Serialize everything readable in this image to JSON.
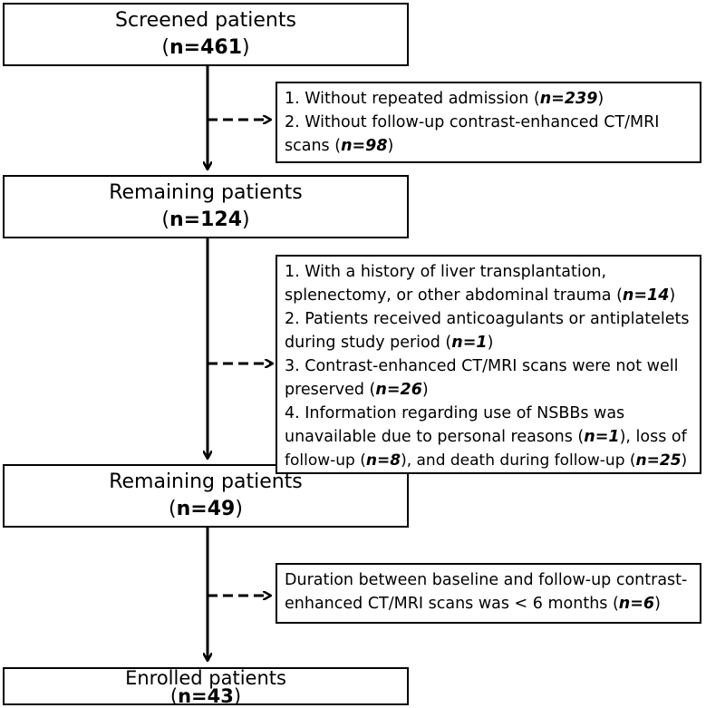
{
  "boxes": [
    {
      "title": "Screened patients",
      "count_prefix": "(",
      "count": "n=461",
      "count_suffix": ")"
    },
    {
      "title": "Remaining patients",
      "count_prefix": "(",
      "count": "n=124",
      "count_suffix": ")"
    },
    {
      "title": "Remaining patients",
      "count_prefix": "(",
      "count": "n=49",
      "count_suffix": ")"
    },
    {
      "title": "Enrolled patients",
      "count_prefix": "(",
      "count": "n=43",
      "count_suffix": ")"
    }
  ],
  "exclusions": [
    {
      "lines": [
        {
          "pre": "1. Without repeated admission (",
          "n": "n=239",
          "post": ")"
        },
        {
          "pre": "2. Without follow-up contrast-enhanced CT/MRI",
          "n": "",
          "post": ""
        },
        {
          "pre": "scans (",
          "n": "n=98",
          "post": ")"
        }
      ]
    },
    {
      "lines": [
        {
          "pre": "1. With a history of liver transplantation,",
          "n": "",
          "post": ""
        },
        {
          "pre": "splenectomy, or other abdominal trauma (",
          "n": "n=14",
          "post": ")"
        },
        {
          "pre": "2. Patients received anticoagulants or antiplatelets",
          "n": "",
          "post": ""
        },
        {
          "pre": "during study period (",
          "n": "n=1",
          "post": ")"
        },
        {
          "pre": "3. Contrast-enhanced CT/MRI scans were not well",
          "n": "",
          "post": ""
        },
        {
          "pre": "preserved (",
          "n": "n=26",
          "post": ")"
        },
        {
          "pre": "4. Information regarding use of NSBBs was",
          "n": "",
          "post": ""
        },
        {
          "pre": "unavailable due to personal reasons (",
          "n": "n=1",
          "post": "), loss of"
        },
        {
          "pre": "follow-up (",
          "n": "n=8",
          "post": "), and death during follow-up (",
          "n2": "n=25",
          "post2": ")"
        }
      ]
    },
    {
      "lines": [
        {
          "pre": "Duration between baseline and follow-up contrast-",
          "n": "",
          "post": ""
        },
        {
          "pre": "enhanced CT/MRI scans was < 6 months (",
          "n": "n=6",
          "post": ")"
        }
      ]
    }
  ]
}
